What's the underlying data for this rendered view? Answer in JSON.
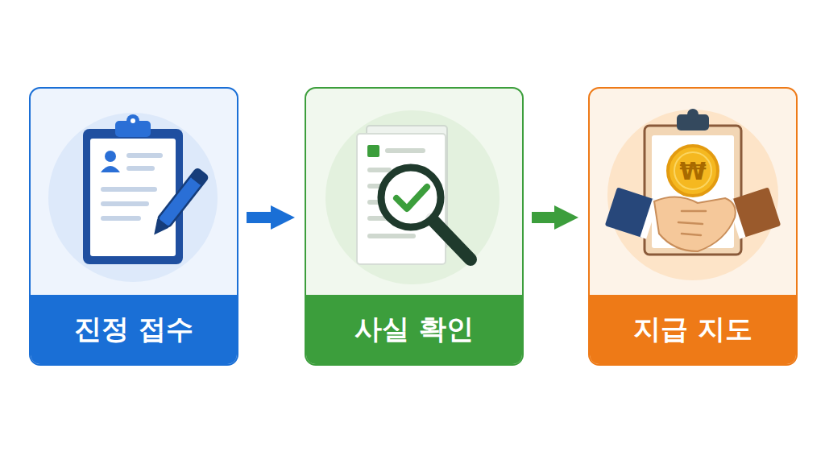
{
  "diagram": {
    "nodes": [
      {
        "text": [
          "진정 접수"
        ]
      },
      {
        "text": [
          "사실 확인"
        ]
      },
      {
        "text": [
          "지급 지도"
        ]
      }
    ],
    "edges": [
      {
        "from": 0,
        "to": 1,
        "arrow": "to"
      },
      {
        "from": 1,
        "to": 2,
        "arrow": "to"
      }
    ],
    "labels": [
      "₩"
    ]
  }
}
